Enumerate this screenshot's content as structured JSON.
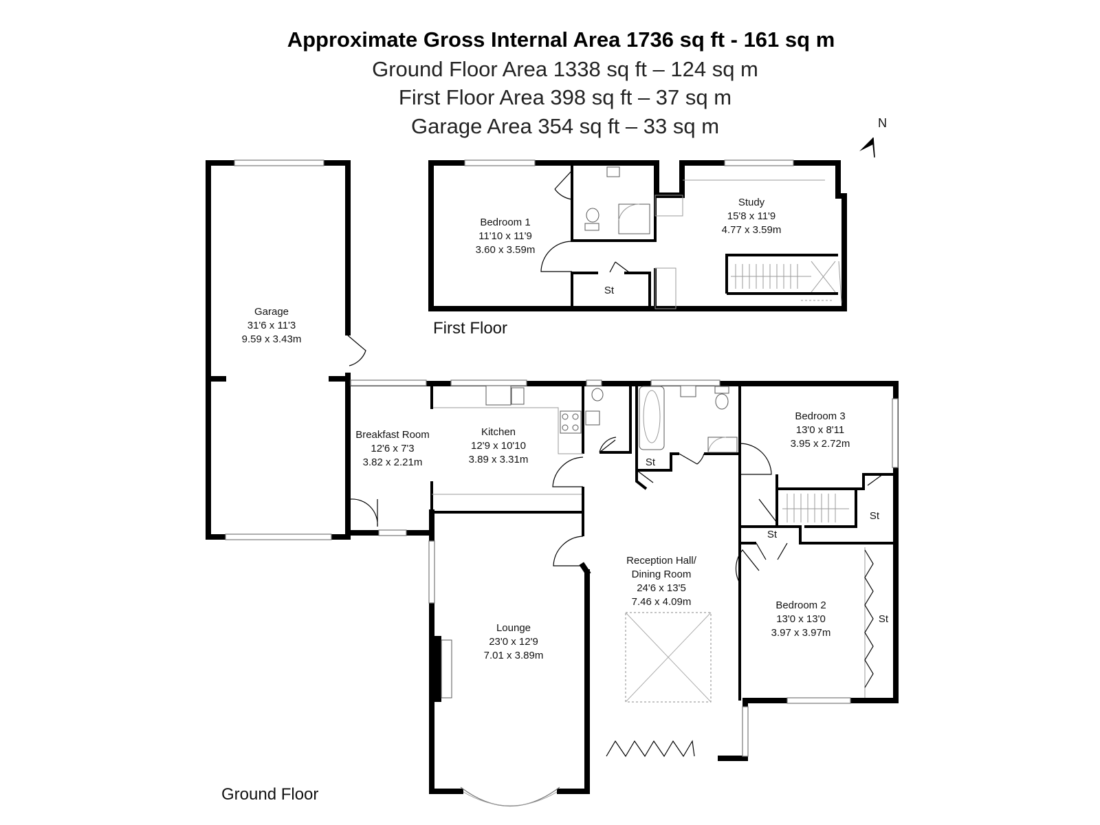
{
  "header": {
    "total_area": "Approximate Gross Internal Area 1736 sq ft - 161 sq m",
    "ground_floor_area": "Ground Floor Area 1338 sq ft – 124 sq m",
    "first_floor_area": "First Floor Area 398 sq ft – 37 sq m",
    "garage_area": "Garage Area 354 sq ft – 33 sq m"
  },
  "compass": {
    "label": "N"
  },
  "floors": {
    "first_floor": "First Floor",
    "ground_floor": "Ground Floor"
  },
  "rooms": {
    "bedroom1": {
      "name": "Bedroom 1",
      "imperial": "11'10 x 11'9",
      "metric": "3.60 x 3.59m"
    },
    "study": {
      "name": "Study",
      "imperial": "15'8 x 11'9",
      "metric": "4.77 x 3.59m"
    },
    "first_store": {
      "name": "St"
    },
    "garage": {
      "name": "Garage",
      "imperial": "31'6 x 11'3",
      "metric": "9.59 x 3.43m"
    },
    "breakfast": {
      "name": "Breakfast Room",
      "imperial": "12'6 x 7'3",
      "metric": "3.82 x 2.21m"
    },
    "kitchen": {
      "name": "Kitchen",
      "imperial": "12'9 x 10'10",
      "metric": "3.89 x 3.31m"
    },
    "bedroom3": {
      "name": "Bedroom 3",
      "imperial": "13'0 x 8'11",
      "metric": "3.95 x 2.72m"
    },
    "reception": {
      "name1": "Reception Hall/",
      "name2": "Dining Room",
      "imperial": "24'6 x 13'5",
      "metric": "7.46 x 4.09m"
    },
    "lounge": {
      "name": "Lounge",
      "imperial": "23'0 x 12'9",
      "metric": "7.01 x 3.89m"
    },
    "bedroom2": {
      "name": "Bedroom 2",
      "imperial": "13'0 x 13'0",
      "metric": "3.97 x 3.97m"
    },
    "store_bath": {
      "name": "St"
    },
    "store_stairs": {
      "name": "St"
    },
    "store_hall": {
      "name": "St"
    },
    "store_bed2": {
      "name": "St"
    }
  }
}
